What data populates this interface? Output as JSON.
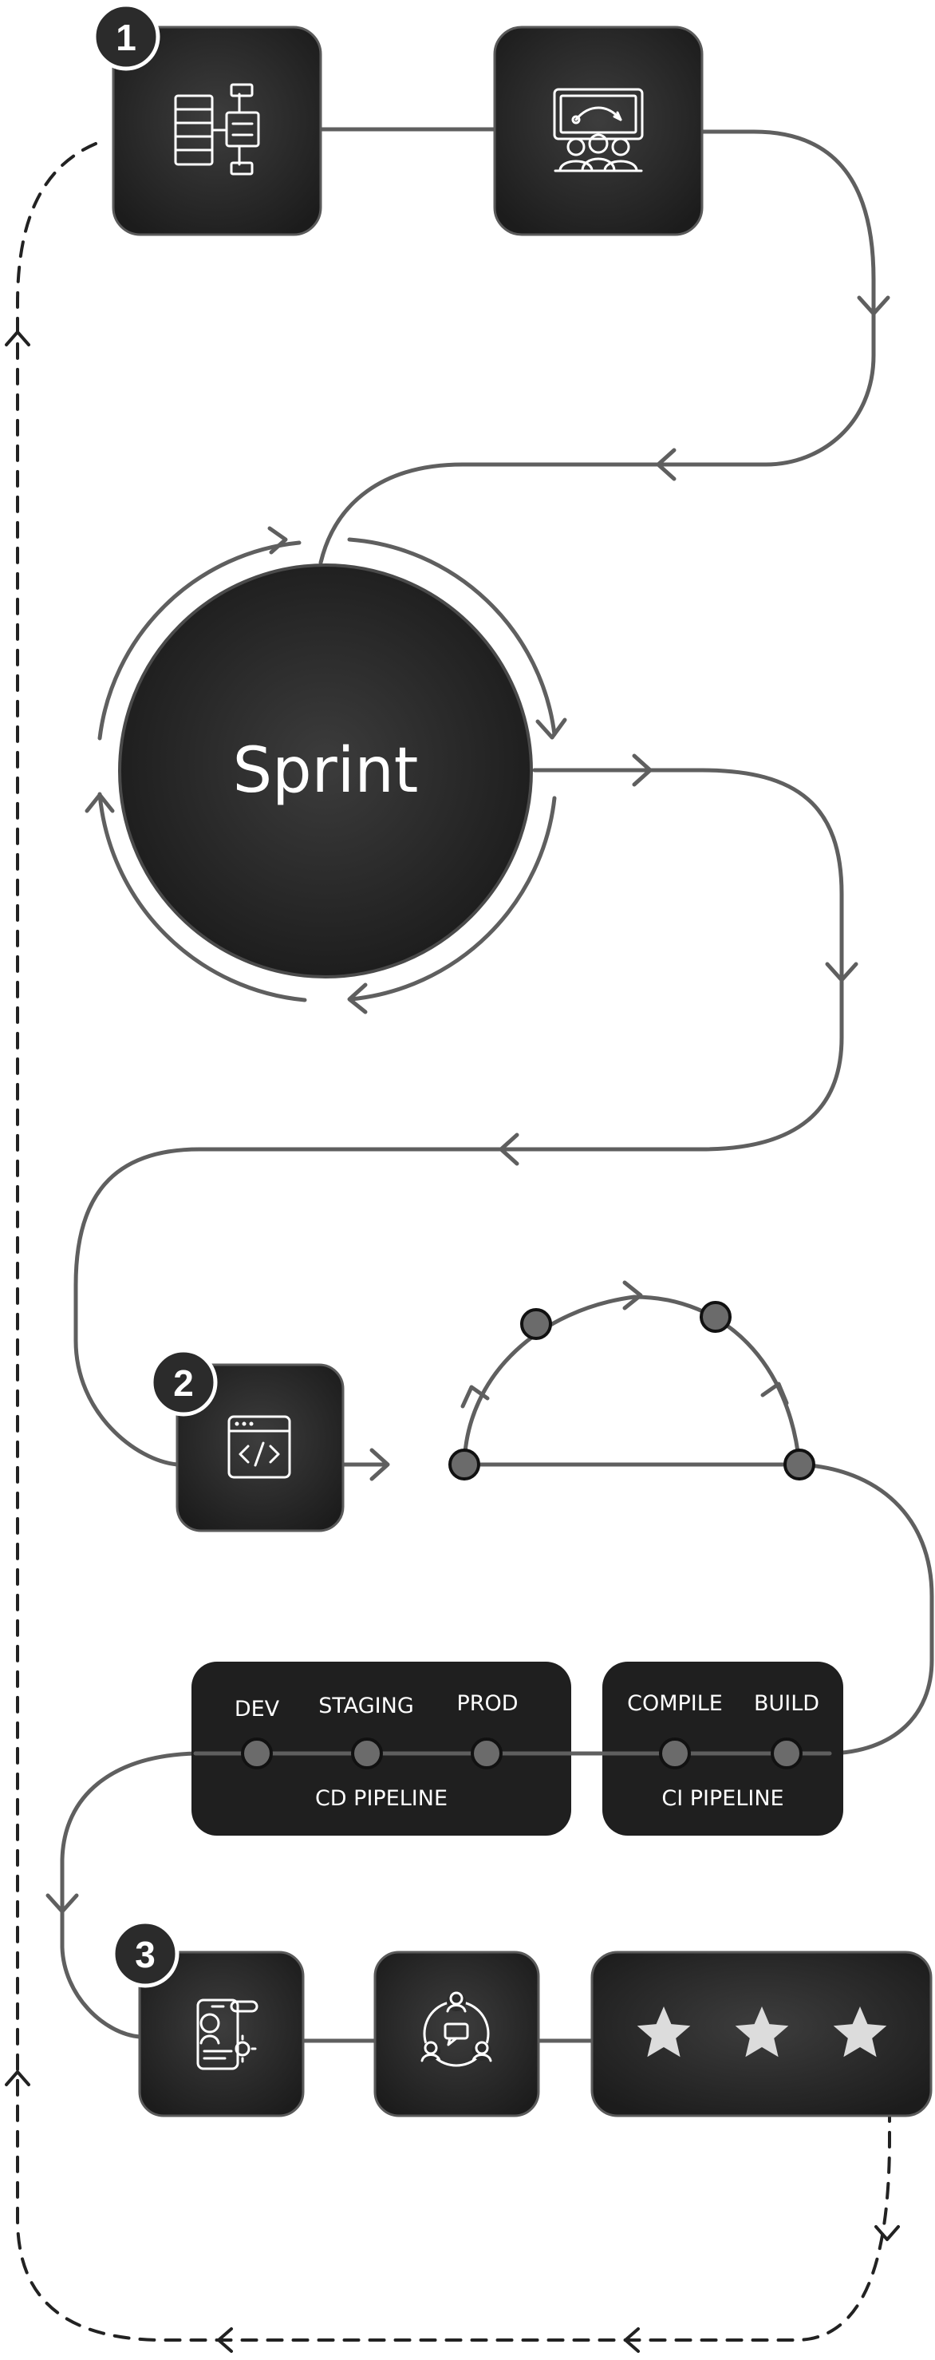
{
  "steps": [
    {
      "number": "1",
      "icons": [
        "flowchart-icon",
        "presentation-team-icon"
      ]
    },
    {
      "number": "2",
      "icons": [
        "code-window-icon"
      ]
    },
    {
      "number": "3",
      "icons": [
        "mobile-profile-settings-icon",
        "team-discussion-icon"
      ]
    }
  ],
  "sprint": {
    "label": "Sprint"
  },
  "cd_pipeline": {
    "title": "CD PIPELINE",
    "stages": [
      "DEV",
      "STAGING",
      "PROD"
    ]
  },
  "ci_pipeline": {
    "title": "CI PIPELINE",
    "stages": [
      "COMPILE",
      "BUILD"
    ]
  },
  "rating": {
    "stars": 3,
    "max": 3
  },
  "colors": {
    "box": "#2a2a2a",
    "box_border": "#5a5a5a",
    "flow_line": "#5f5f5f",
    "node": "#6b6b6b",
    "dashed_loop": "#222222",
    "star": "#dcdcdc"
  }
}
